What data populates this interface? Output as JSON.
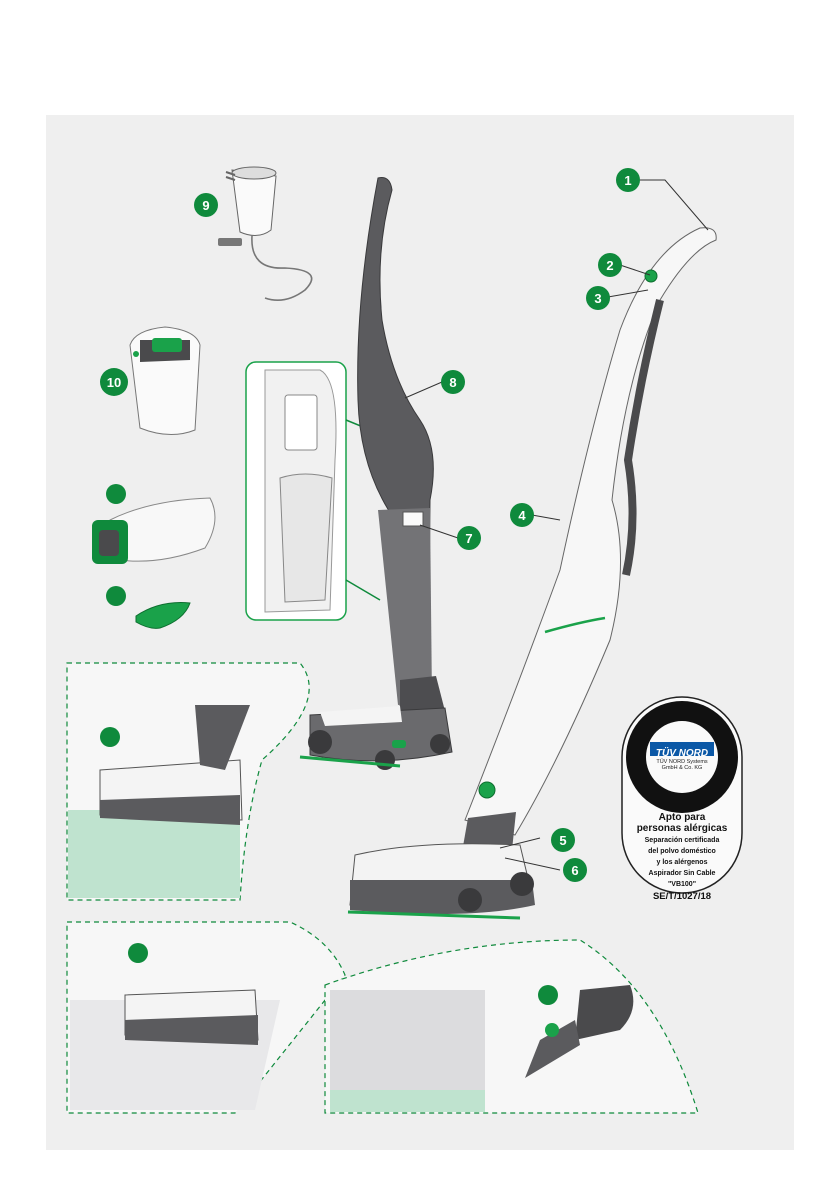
{
  "callouts": {
    "c1": "1",
    "c2": "2",
    "c3": "3",
    "c4": "4",
    "c5": "5",
    "c6": "6",
    "c7": "7",
    "c8": "8",
    "c9": "9",
    "c10": "10"
  },
  "certificate": {
    "brand": "TÜV NORD",
    "company_line1": "TÜV NORD Systems",
    "company_line2": "GmbH & Co. KG",
    "title_line1": "Apto para",
    "title_line2": "personas alérgicas",
    "sub_line1": "Separación certificada",
    "sub_line2": "del polvo doméstico",
    "sub_line3": "y los alérgenos",
    "sub_line4": "Aspirador Sin Cable",
    "sub_line5": "\"VB100\"",
    "code": "SE/T/1027/18"
  },
  "colors": {
    "accent_green": "#0f8a3c",
    "panel_bg": "#efefef",
    "body_dark": "#5b5b5e",
    "body_white": "#f7f7f7"
  },
  "icons": [
    "charger-icon",
    "battery-icon",
    "filter-bag-icon",
    "clip-icon",
    "crevice-tool-icon",
    "vacuum-icon",
    "certification-seal-icon"
  ]
}
